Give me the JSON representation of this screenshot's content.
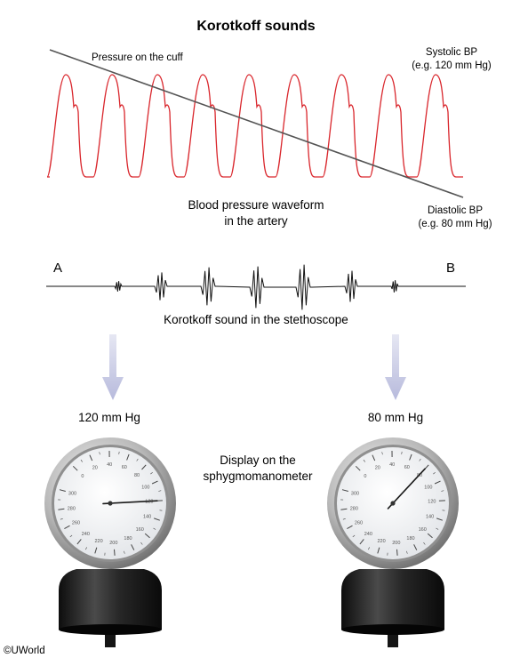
{
  "title": "Korotkoff sounds",
  "labels": {
    "pressure_cuff": "Pressure on the cuff",
    "systolic_line1": "Systolic BP",
    "systolic_line2": "(e.g. 120 mm Hg)",
    "diastolic_line1": "Diastolic BP",
    "diastolic_line2": "(e.g. 80 mm Hg)",
    "waveform_line1": "Blood pressure waveform",
    "waveform_line2": "in the artery",
    "point_a": "A",
    "point_b": "B",
    "sound_caption": "Korotkoff sound in the stethoscope",
    "left_reading": "120 mm Hg",
    "right_reading": "80 mm Hg",
    "display_line1": "Display on the",
    "display_line2": "sphygmomanometer",
    "credit": "©UWorld"
  },
  "gauge": {
    "ticks": [
      "0",
      "20",
      "40",
      "60",
      "80",
      "100",
      "120",
      "140",
      "160",
      "180",
      "200",
      "220",
      "240",
      "260",
      "280",
      "300"
    ],
    "left_needle_value": 120,
    "right_needle_value": 80
  },
  "colors": {
    "waveform": "#d9262c",
    "cuff_line": "#555555",
    "arrow": "#c9cbe6",
    "gauge_base": "#1c1c1c",
    "needle": "#1a1a1a"
  }
}
